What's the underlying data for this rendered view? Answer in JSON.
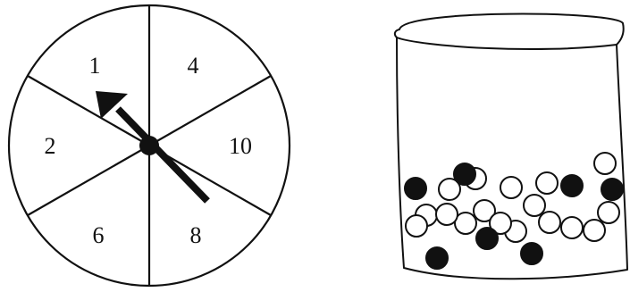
{
  "spinner": {
    "sections": [
      {
        "label": "1"
      },
      {
        "label": "4"
      },
      {
        "label": "10"
      },
      {
        "label": "8"
      },
      {
        "label": "6"
      },
      {
        "label": "2"
      }
    ],
    "arrow_points_to": "1"
  },
  "jar": {
    "marble_counts": {
      "black": 7,
      "white": 17
    },
    "colors": {
      "black": "#111111",
      "white": "#ffffff"
    }
  }
}
